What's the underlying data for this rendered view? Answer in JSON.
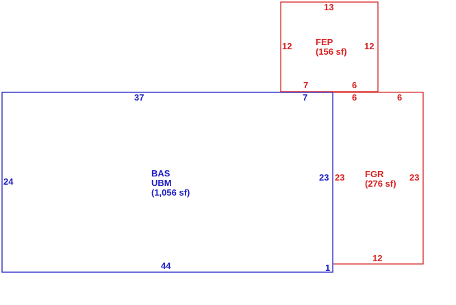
{
  "colors": {
    "living_area": "#1c1cc4",
    "other_area": "#d82020",
    "background": "#ffffff"
  },
  "areas": {
    "bas": {
      "code": "BAS",
      "subcode": "UBM",
      "area_text": "(1,056 sf)"
    },
    "fep": {
      "code": "FEP",
      "area_text": "(156 sf)"
    },
    "fgr": {
      "code": "FGR",
      "area_text": "(276 sf)"
    }
  },
  "dimensions": {
    "bas_top": "37",
    "bas_top_right": "7",
    "bas_left": "24",
    "bas_right": "23",
    "bas_bottom": "44",
    "bas_bottom_right": "1",
    "fep_top": "13",
    "fep_left": "12",
    "fep_right": "12",
    "fep_bottom_left": "7",
    "fep_bottom_right": "6",
    "fgr_top_left": "6",
    "fgr_top_right": "6",
    "fgr_left": "23",
    "fgr_right": "23",
    "fgr_bottom": "12"
  }
}
